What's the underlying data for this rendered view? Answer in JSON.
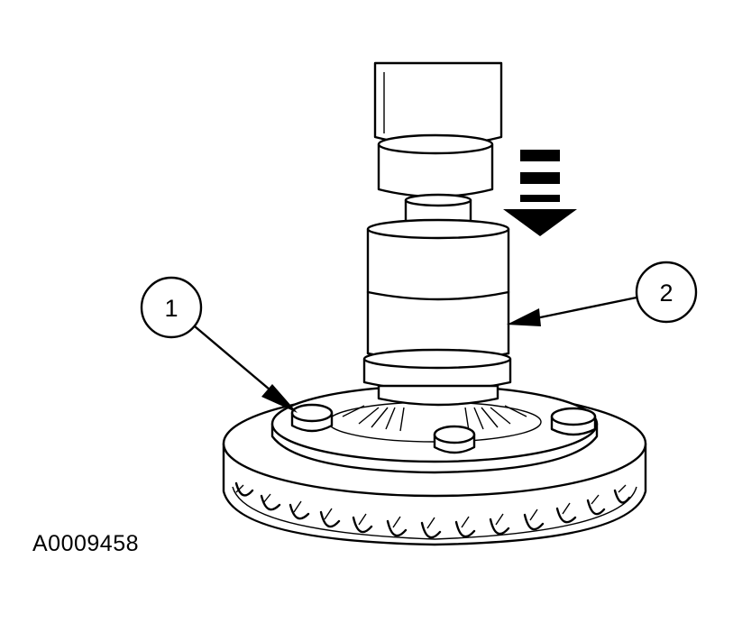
{
  "callouts": {
    "one": "1",
    "two": "2"
  },
  "figure_id": "A0009458"
}
